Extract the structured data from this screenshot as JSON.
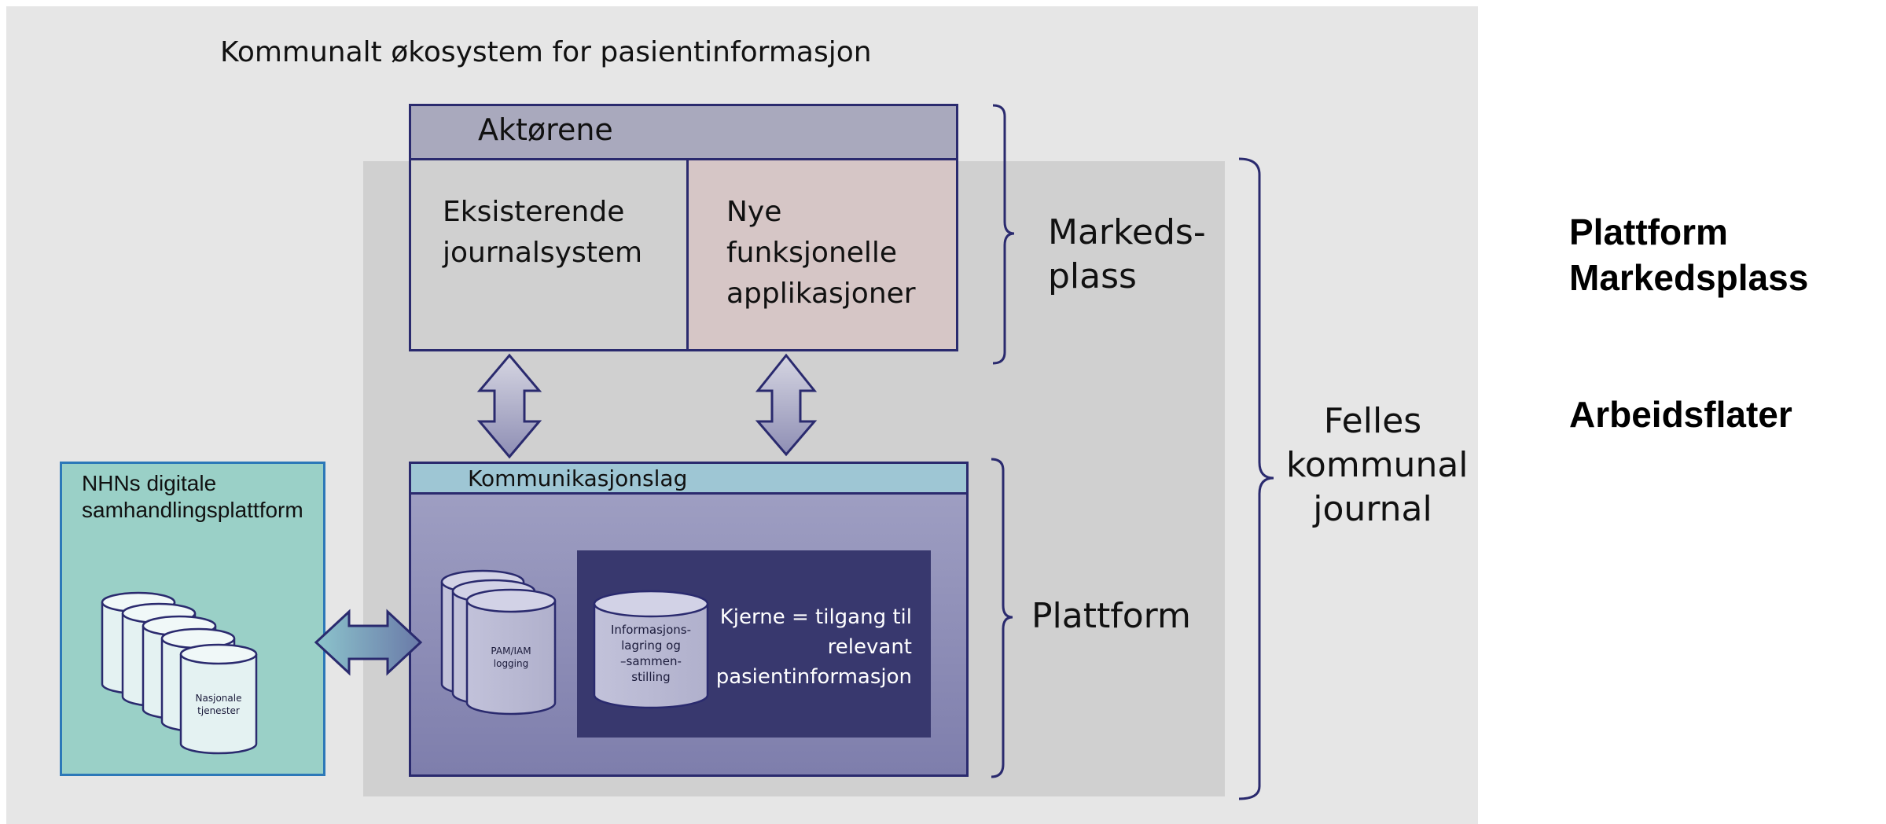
{
  "diagram": {
    "title": "Kommunalt økosystem for pasientinformasjon",
    "actors_header": "Aktørene",
    "existing_systems": [
      "Eksisterende",
      "journalsystem"
    ],
    "new_apps": [
      "Nye",
      "funksjonelle",
      "applikasjoner"
    ],
    "communication_layer": "Kommunikasjonslag",
    "pam_iam": [
      "PAM/IAM",
      "logging"
    ],
    "info_storage": [
      "Informasjons-",
      "lagring og",
      "–sammen-",
      "stilling"
    ],
    "core_text": "Kjerne = tilgang til relevant pasientinformasjon",
    "nhn_title": [
      "NHNs digitale",
      "samhandlingsplattform"
    ],
    "national_services": [
      "Nasjonale",
      "tjenester"
    ],
    "bracket_markedsplass": [
      "Markeds-",
      "plass"
    ],
    "bracket_plattform": "Plattform",
    "bracket_felles": [
      "Felles",
      "kommunal",
      "journal"
    ]
  },
  "side_labels": {
    "top": [
      "Plattform",
      "Markedsplass"
    ],
    "bottom": "Arbeidsflater"
  },
  "colors": {
    "border_navy": "#2a2a6e",
    "actors_fill": "#a9a9bd",
    "new_apps_fill": "#d6c6c6",
    "comm_layer_fill": "#9ec6d4",
    "core_fill": "#38386e",
    "nhn_fill": "#9ad0c7",
    "nhn_border": "#2c78b8"
  }
}
